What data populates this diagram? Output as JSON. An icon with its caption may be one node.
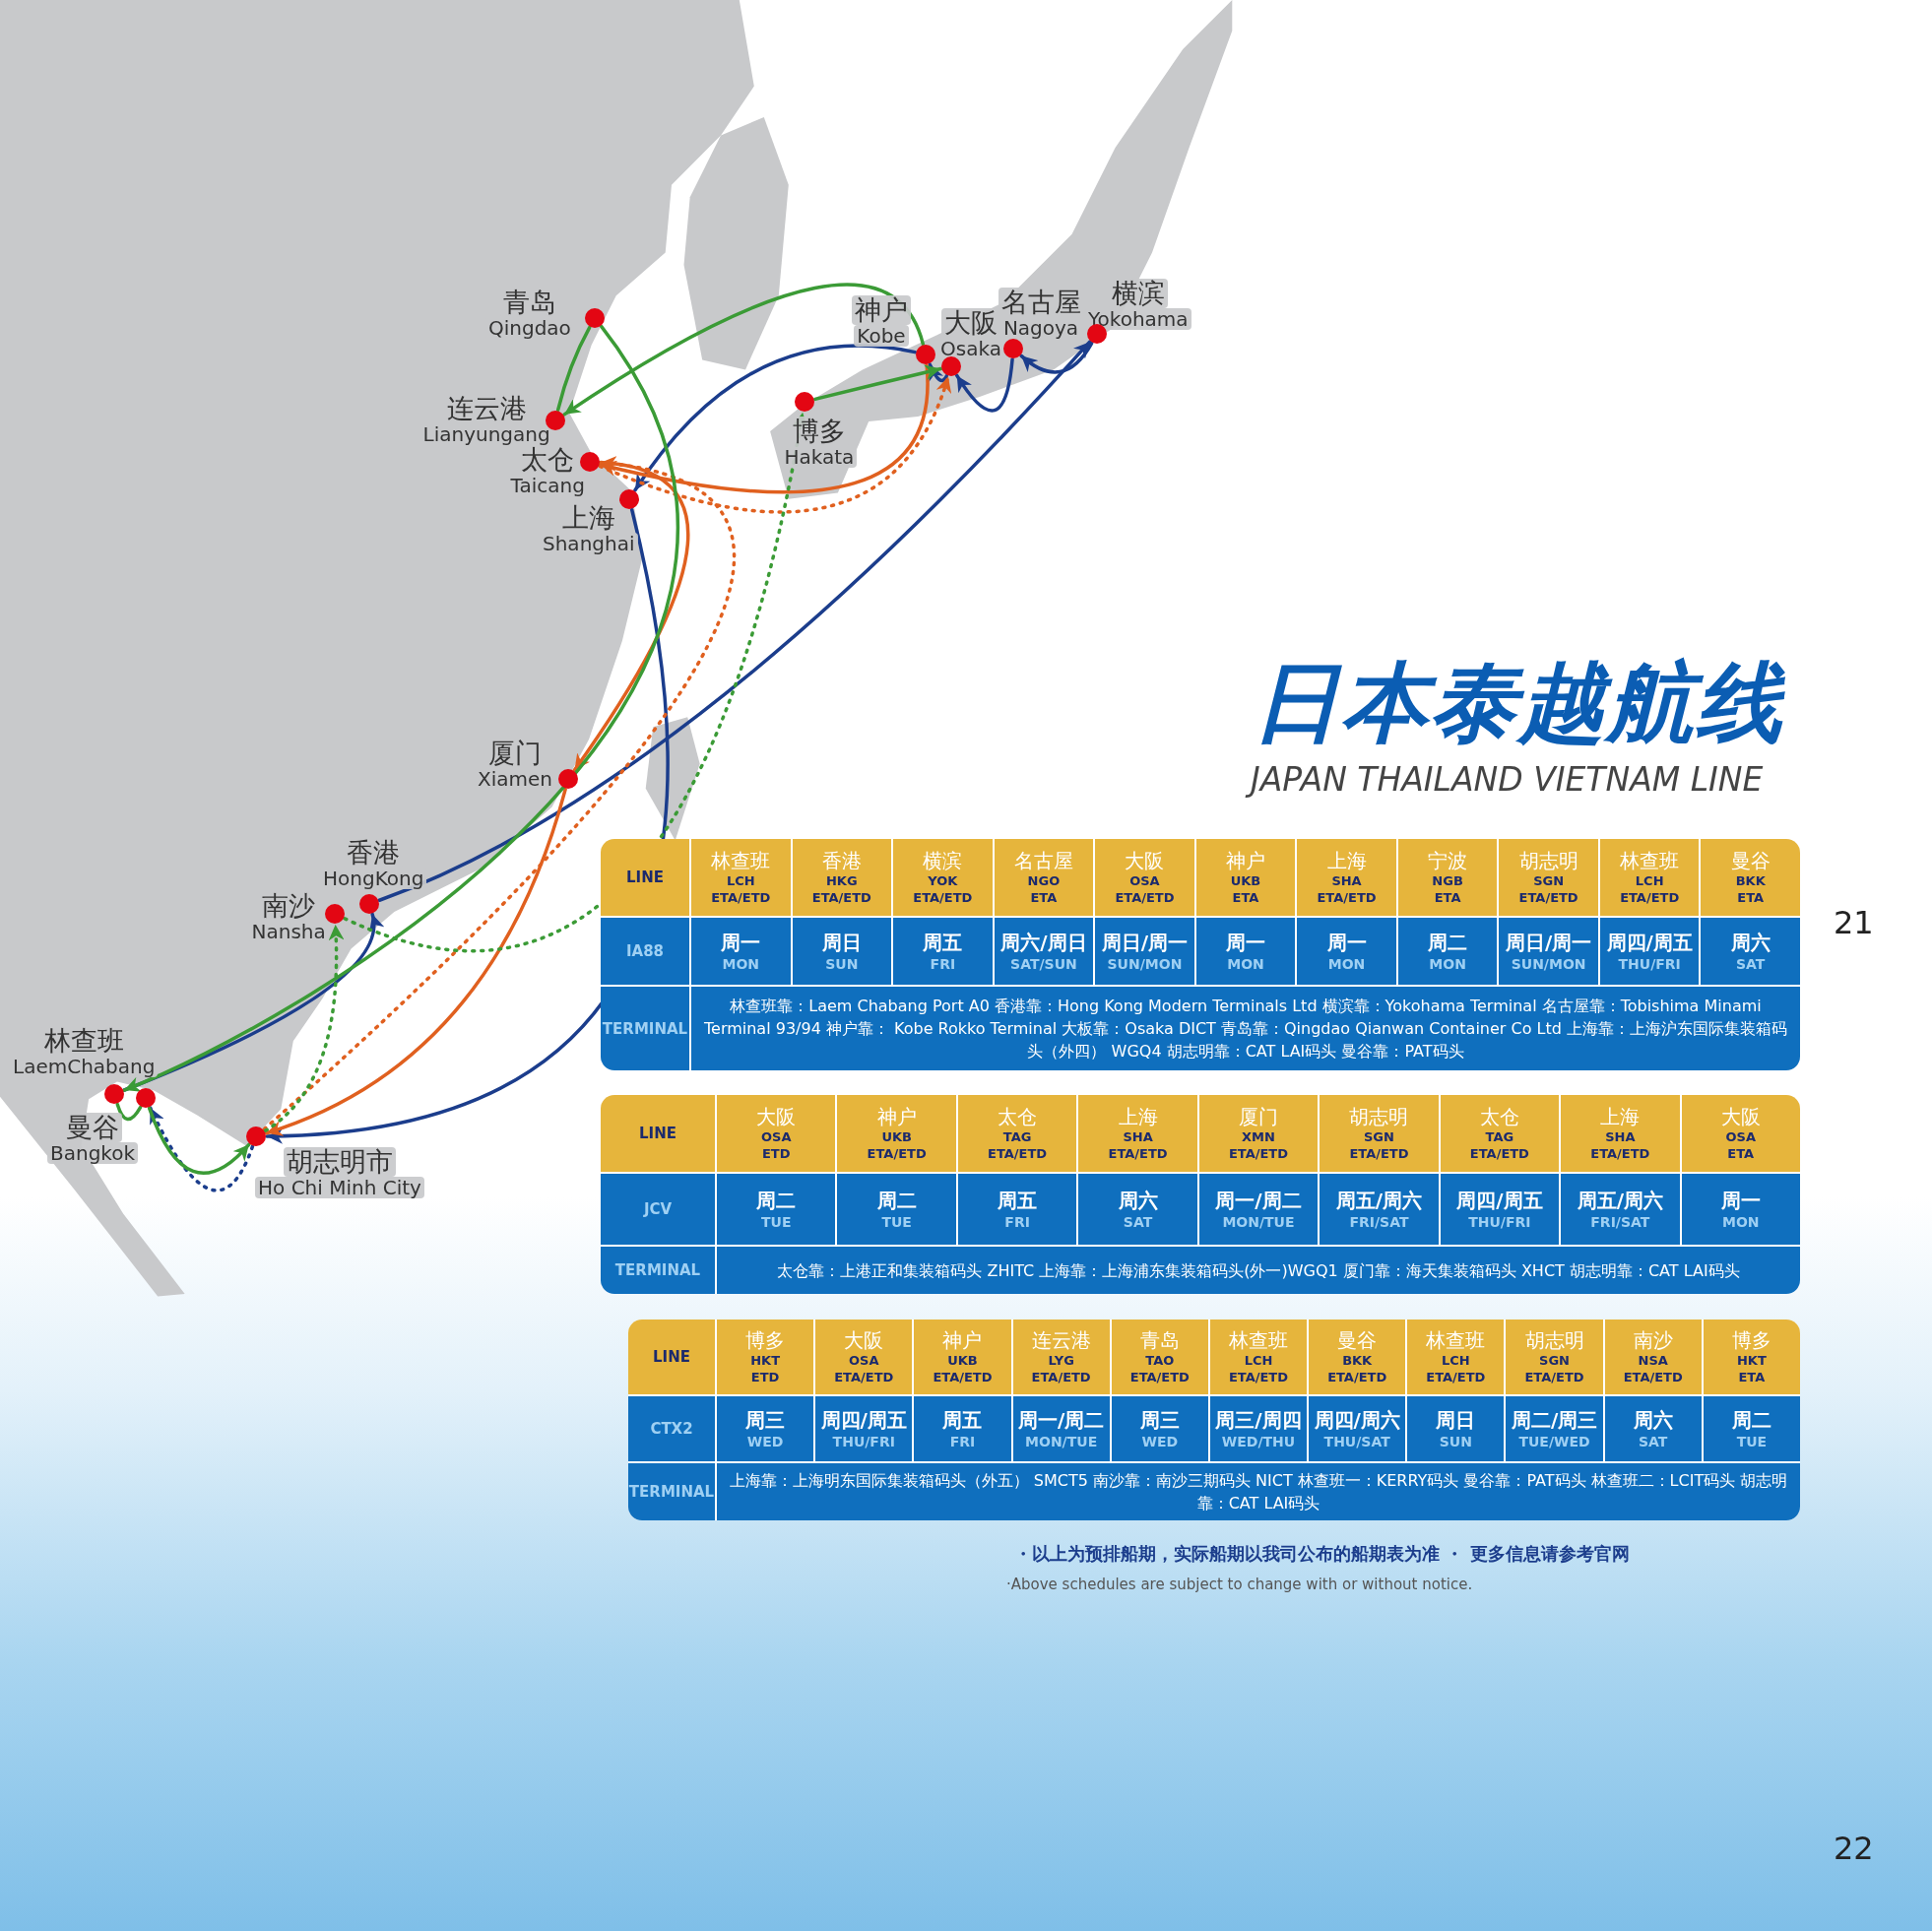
{
  "diagram": {
    "title": "日本泰越航线",
    "nodes": [
      {
        "text": [
          "青岛",
          "Qingdao"
        ]
      },
      {
        "text": [
          "神户",
          "Kobe"
        ]
      },
      {
        "text": [
          "大阪",
          "Osaka"
        ]
      },
      {
        "text": [
          "名古屋",
          "Nagoya"
        ]
      },
      {
        "text": [
          "横滨",
          "Yokohama"
        ]
      },
      {
        "text": [
          "连云港",
          "Lianyungang"
        ]
      },
      {
        "text": [
          "博多",
          "Hakata"
        ]
      },
      {
        "text": [
          "太仓",
          "Taicang"
        ]
      },
      {
        "text": [
          "上海",
          "Shanghai"
        ]
      },
      {
        "text": [
          "厦门",
          "Xiamen"
        ]
      },
      {
        "text": [
          "香港",
          "HongKong"
        ]
      },
      {
        "text": [
          "南沙",
          "Nansha"
        ]
      },
      {
        "text": [
          "林查班",
          "LaemChabang"
        ]
      },
      {
        "text": [
          "胡志明市",
          "Ho Chi Minh City"
        ]
      },
      {
        "text": [
          "曼谷",
          "Bangkok"
        ]
      }
    ],
    "edges": [
      {
        "from": 12,
        "to": 10,
        "arrow": "to",
        "color": "#1b3d8c"
      },
      {
        "from": 10,
        "to": 4,
        "arrow": "to",
        "color": "#1b3d8c"
      },
      {
        "from": 4,
        "to": 3,
        "arrow": "to",
        "color": "#1b3d8c"
      },
      {
        "from": 3,
        "to": 2,
        "arrow": "to",
        "color": "#1b3d8c"
      },
      {
        "from": 2,
        "to": 1,
        "arrow": "to",
        "color": "#1b3d8c"
      },
      {
        "from": 1,
        "to": 8,
        "arrow": "to",
        "color": "#1b3d8c"
      },
      {
        "from": 8,
        "to": 13,
        "arrow": "to",
        "color": "#1b3d8c"
      },
      {
        "from": 13,
        "to": 14,
        "arrow": "to",
        "style": "dashed",
        "color": "#1b3d8c"
      },
      {
        "from": 1,
        "to": 7,
        "arrow": "to",
        "color": "#e0601f"
      },
      {
        "from": 7,
        "to": 9,
        "arrow": "to",
        "color": "#e0601f"
      },
      {
        "from": 9,
        "to": 13,
        "arrow": "to",
        "color": "#e0601f"
      },
      {
        "from": 13,
        "to": 7,
        "arrow": "to",
        "style": "dashed",
        "color": "#e0601f"
      },
      {
        "from": 7,
        "to": 2,
        "arrow": "to",
        "style": "dashed",
        "color": "#e0601f"
      },
      {
        "from": 6,
        "to": 2,
        "arrow": "to",
        "color": "#3b9b36"
      },
      {
        "from": 1,
        "to": 5,
        "arrow": "to",
        "color": "#3b9b36"
      },
      {
        "from": 5,
        "to": 0,
        "arrow": "none",
        "color": "#3b9b36"
      },
      {
        "from": 0,
        "to": 12,
        "arrow": "to",
        "color": "#3b9b36"
      },
      {
        "from": 12,
        "to": 14,
        "arrow": "none",
        "color": "#3b9b36"
      },
      {
        "from": 14,
        "to": 13,
        "arrow": "to",
        "color": "#3b9b36"
      },
      {
        "from": 13,
        "to": 11,
        "arrow": "to",
        "style": "dashed",
        "color": "#3b9b36"
      },
      {
        "from": 11,
        "to": 6,
        "arrow": "to",
        "style": "dashed",
        "color": "#3b9b36"
      }
    ],
    "labels": [
      "JAPAN THAILAND VIETNAM LINE",
      "LINE",
      "林查班",
      "LCH",
      "ETA/ETD",
      "香港",
      "HKG",
      "ETA/ETD",
      "横滨",
      "YOK",
      "ETA/ETD",
      "名古屋",
      "NGO",
      "ETA",
      "大阪",
      "OSA",
      "ETA/ETD",
      "神户",
      "UKB",
      "ETA",
      "上海",
      "SHA",
      "ETA/ETD",
      "宁波",
      "NGB",
      "ETA",
      "胡志明",
      "SGN",
      "ETA/ETD",
      "林查班",
      "LCH",
      "ETA/ETD",
      "曼谷",
      "BKK",
      "ETA",
      "IA88",
      "周一",
      "MON",
      "周日",
      "SUN",
      "周五",
      "FRI",
      "周六/周日",
      "SAT/SUN",
      "周日/周一",
      "SUN/MON",
      "周一",
      "MON",
      "周一",
      "MON",
      "周二",
      "MON",
      "周日/周一",
      "SUN/MON",
      "周四/周五",
      "THU/FRI",
      "周六",
      "SAT",
      "TERMINAL",
      "林查班靠：Laem Chabang Port A0 香港靠：Hong Kong Modern Terminals Ltd 横滨靠：Yokohama Terminal 名古屋靠：Tobishima Minami Terminal 93/94 神户靠： Kobe Rokko Terminal 大板靠：Osaka DICT 青岛靠：Qingdao Qianwan Container Co Ltd 上海靠：上海沪东国际集装箱码头（外四） WGQ4 胡志明靠：CAT LAI码头 曼谷靠：PAT码头",
      "21",
      "LINE",
      "大阪",
      "OSA",
      "ETD",
      "神户",
      "UKB",
      "ETA/ETD",
      "太仓",
      "TAG",
      "ETA/ETD",
      "上海",
      "SHA",
      "ETA/ETD",
      "厦门",
      "XMN",
      "ETA/ETD",
      "胡志明",
      "SGN",
      "ETA/ETD",
      "太仓",
      "TAG",
      "ETA/ETD",
      "上海",
      "SHA",
      "ETA/ETD",
      "大阪",
      "OSA",
      "ETA",
      "JCV",
      "周二",
      "TUE",
      "周二",
      "TUE",
      "周五",
      "FRI",
      "周六",
      "SAT",
      "周一/周二",
      "MON/TUE",
      "周五/周六",
      "FRI/SAT",
      "周四/周五",
      "THU/FRI",
      "周五/周六",
      "FRI/SAT",
      "周一",
      "MON",
      "TERMINAL",
      "太仓靠：上港正和集装箱码头 ZHITC 上海靠：上海浦东集装箱码头(外一)WGQ1 厦门靠：海天集装箱码头 XHCT 胡志明靠：CAT LAI码头",
      "LINE",
      "博多",
      "HKT",
      "ETD",
      "大阪",
      "OSA",
      "ETA/ETD",
      "神户",
      "UKB",
      "ETA/ETD",
      "连云港",
      "LYG",
      "ETA/ETD",
      "青岛",
      "TAO",
      "ETA/ETD",
      "林查班",
      "LCH",
      "ETA/ETD",
      "曼谷",
      "BKK",
      "ETA/ETD",
      "林查班",
      "LCH",
      "ETA/ETD",
      "胡志明",
      "SGN",
      "ETA/ETD",
      "南沙",
      "NSA",
      "ETA/ETD",
      "博多",
      "HKT",
      "ETA",
      "CTX2",
      "周三",
      "WED",
      "周四/周五",
      "THU/FRI",
      "周五",
      "FRI",
      "周一/周二",
      "MON/TUE",
      "周三",
      "WED",
      "周三/周四",
      "WED/THU",
      "周四/周六",
      "THU/SAT",
      "周日",
      "SUN",
      "周二/周三",
      "TUE/WED",
      "周六",
      "SAT",
      "周二",
      "TUE",
      "TERMINAL",
      "上海靠：上海明东国际集装箱码头（外五） SMCT5 南沙靠：南沙三期码头 NICT 林查班一：KERRY码头 曼谷靠：PAT码头 林查班二：LCIT码头 胡志明靠：CAT LAI码头",
      "・以上为预排船期，实际船期以我司公布的船期表为准 ・ 更多信息请参考官网",
      "·Above schedules are subject to change with or without notice.",
      "22"
    ]
  }
}
